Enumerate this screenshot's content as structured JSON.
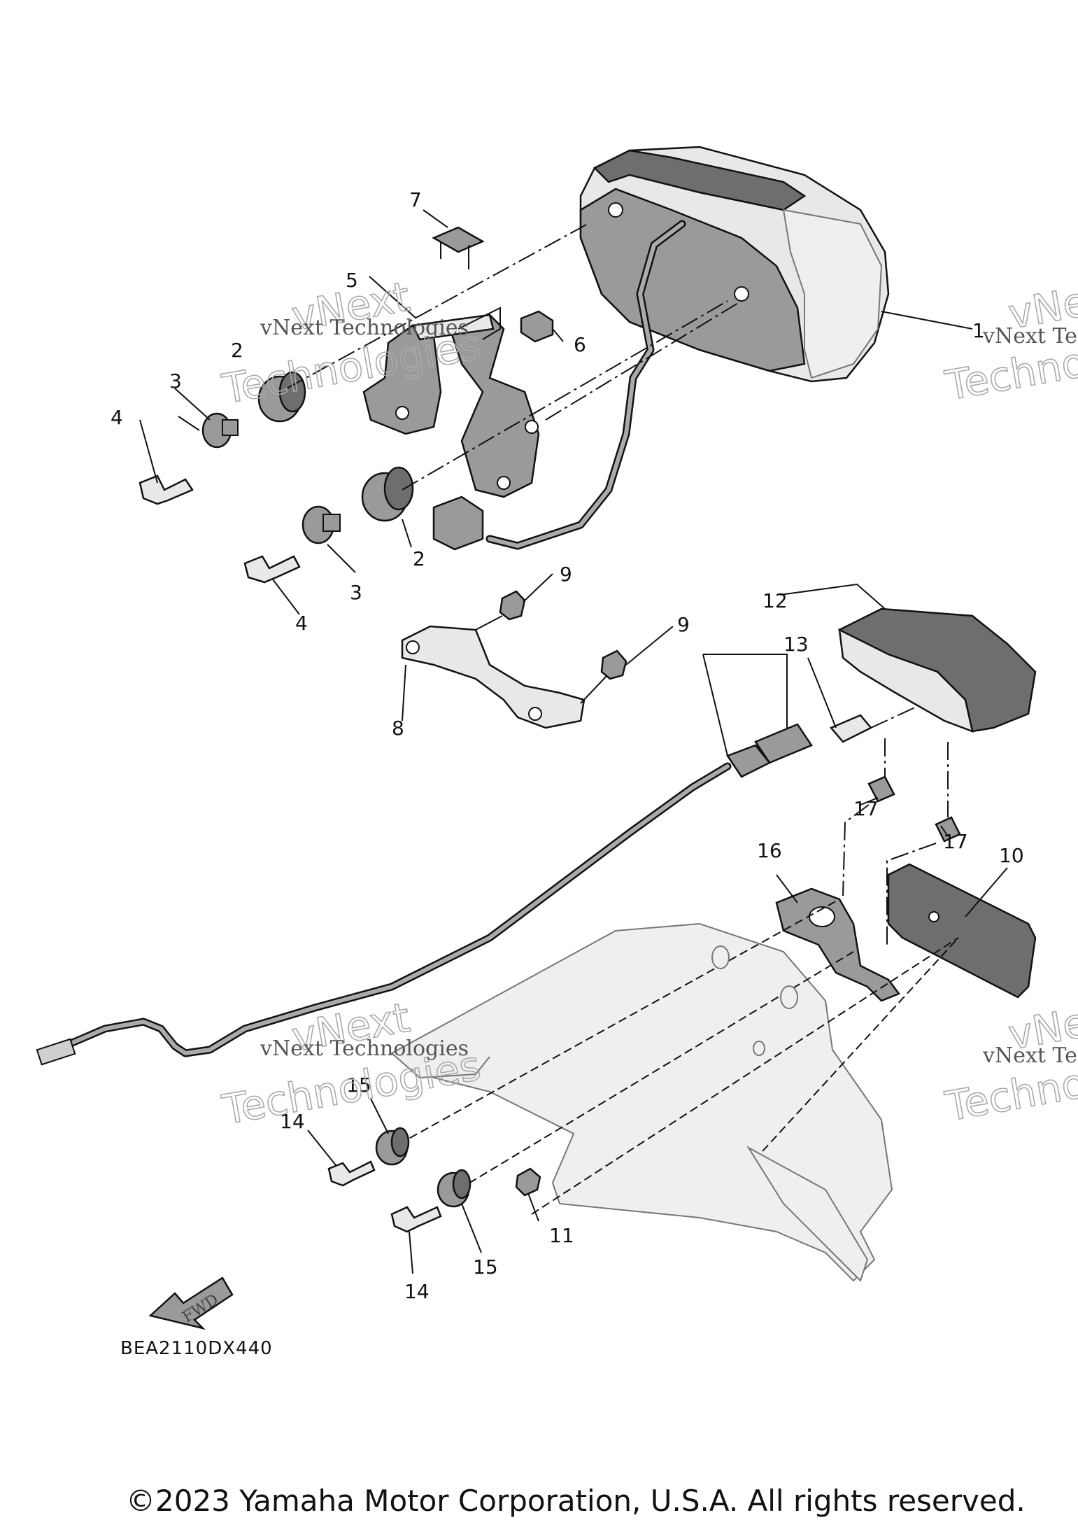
{
  "diagram": {
    "code": "BEA2110DX440",
    "fwd_label": "FWD",
    "watermark_line1": "vNext Technologies",
    "watermark_big_top": "vNext",
    "watermark_big_bottom": "Technologies",
    "watermark_cut": "vNext Te",
    "watermark_cut_big_top": "vNe",
    "watermark_cut_big_bottom": "Techno",
    "callouts": [
      "1",
      "2",
      "3",
      "4",
      "5",
      "6",
      "7",
      "2",
      "3",
      "4",
      "9",
      "9",
      "8",
      "12",
      "13",
      "17",
      "17",
      "16",
      "10",
      "15",
      "14",
      "11",
      "15",
      "14"
    ]
  },
  "footer": {
    "copyright": "©2023 Yamaha Motor Corporation, U.S.A. All rights reserved."
  }
}
